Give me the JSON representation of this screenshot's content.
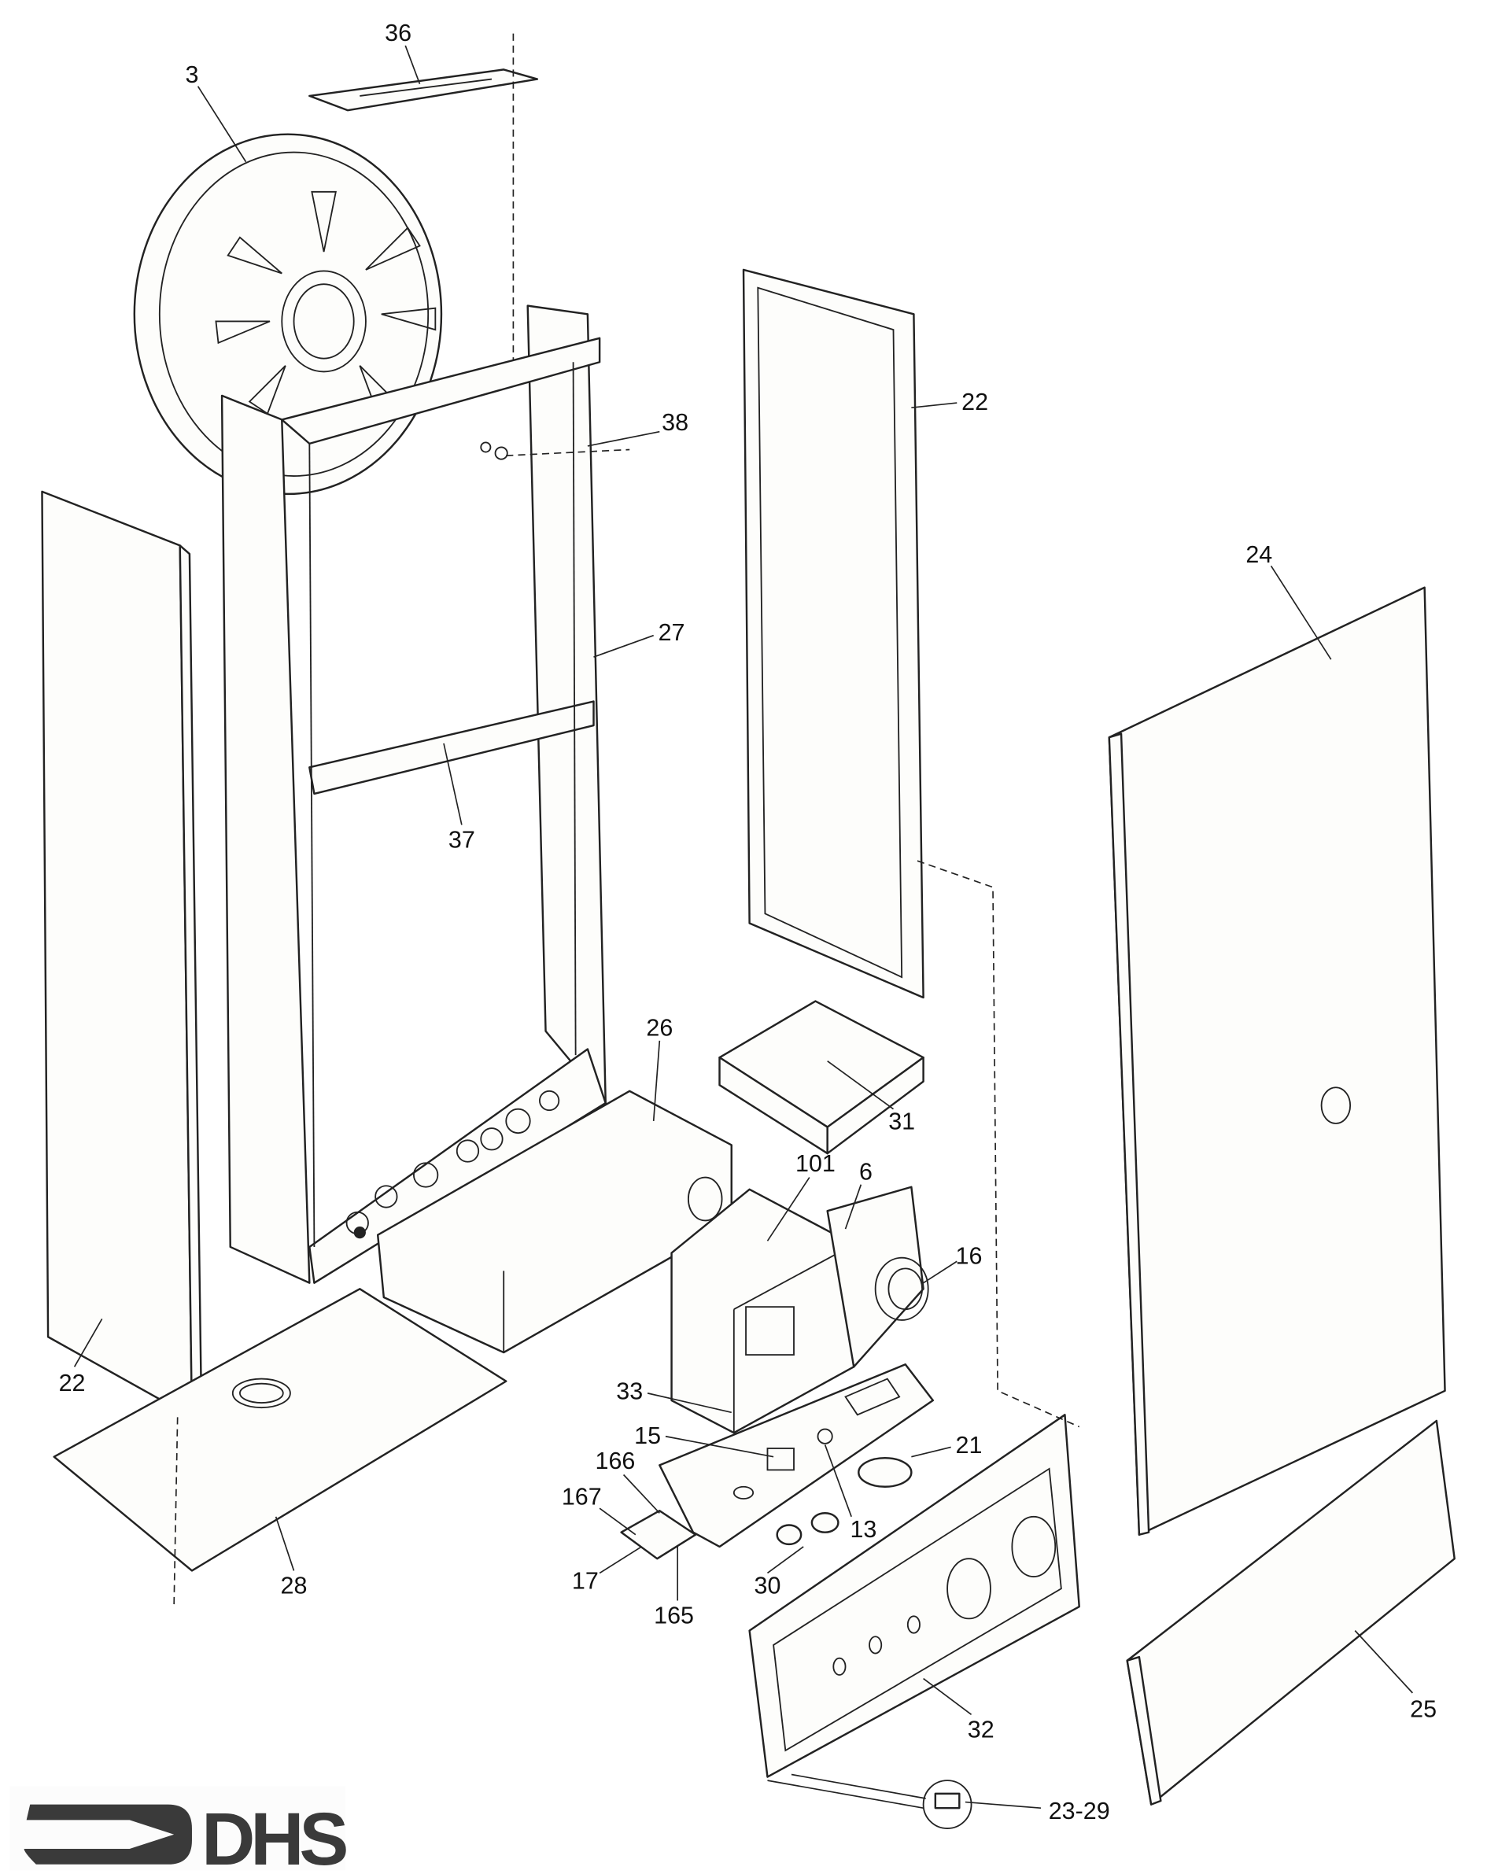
{
  "title": "Exploded parts diagram",
  "logo": {
    "text": "DHS",
    "color": "#3a3a3a"
  },
  "callouts": {
    "c36": "36",
    "c3": "3",
    "c38": "38",
    "c22_right": "22",
    "c24": "24",
    "c27": "27",
    "c37": "37",
    "c26": "26",
    "c31": "31",
    "c101": "101",
    "c6": "6",
    "c16": "16",
    "c22_left": "22",
    "c33": "33",
    "c15": "15",
    "c21": "21",
    "c166": "166",
    "c167": "167",
    "c13": "13",
    "c17": "17",
    "c28": "28",
    "c30": "30",
    "c165": "165",
    "c32": "32",
    "c25": "25",
    "c23_29": "23-29"
  }
}
